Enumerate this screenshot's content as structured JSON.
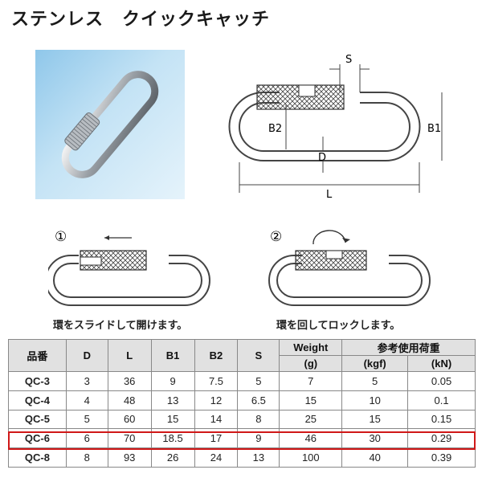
{
  "title": "ステンレス　クイックキャッチ",
  "diagram": {
    "label_s": "S",
    "label_b1": "B1",
    "label_b2": "B2",
    "label_d": "D",
    "label_l": "L"
  },
  "steps": [
    {
      "number": "①",
      "caption": "環をスライドして開けます。"
    },
    {
      "number": "②",
      "caption": "環を回してロックします。"
    }
  ],
  "table": {
    "headers": {
      "code": "品番",
      "d": "D",
      "l": "L",
      "b1": "B1",
      "b2": "B2",
      "s": "S",
      "weight": "Weight",
      "weight_unit": "(g)",
      "ref_load": "参考使用荷重",
      "kgf": "(kgf)",
      "kn": "(kN)"
    },
    "rows": [
      [
        "QC-3",
        "3",
        "36",
        "9",
        "7.5",
        "5",
        "7",
        "5",
        "0.05"
      ],
      [
        "QC-4",
        "4",
        "48",
        "13",
        "12",
        "6.5",
        "15",
        "10",
        "0.1"
      ],
      [
        "QC-5",
        "5",
        "60",
        "15",
        "14",
        "8",
        "25",
        "15",
        "0.15"
      ],
      [
        "QC-6",
        "6",
        "70",
        "18.5",
        "17",
        "9",
        "46",
        "30",
        "0.29"
      ],
      [
        "QC-8",
        "8",
        "93",
        "26",
        "24",
        "13",
        "100",
        "40",
        "0.39"
      ]
    ],
    "highlighted_row": "QC-6",
    "highlight_color": "#d01818"
  },
  "colors": {
    "header_bg": "#e1e1e1",
    "photo_bg": "#a8d5f0"
  }
}
